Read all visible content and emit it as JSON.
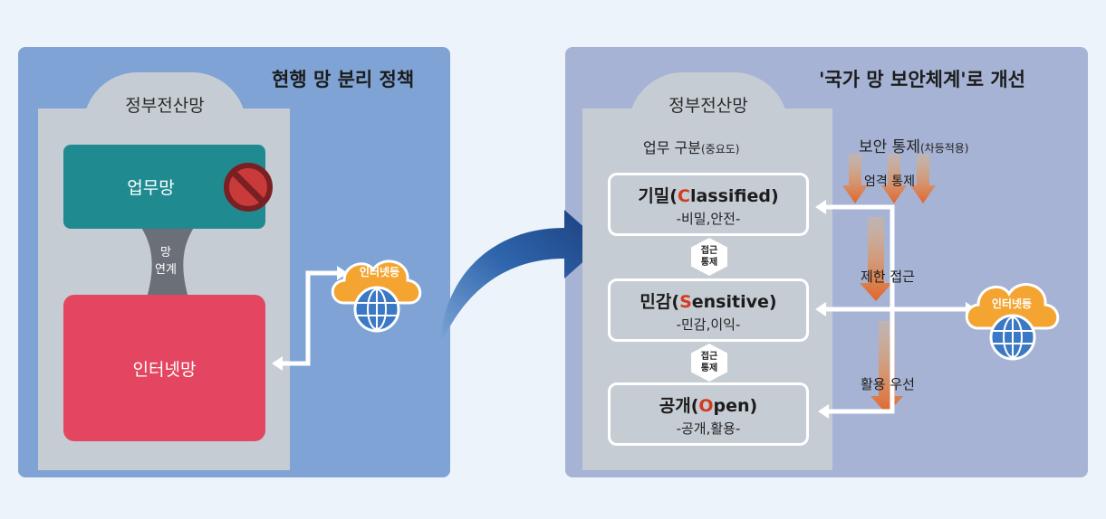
{
  "left": {
    "title": "현행 망 분리 정책",
    "gov_network": "정부전산망",
    "work_network": "업무망",
    "internet_network": "인터넷망",
    "link_label": "망\n연계",
    "cloud_label": "인터넷등",
    "icons": [
      "no-entry-icon",
      "globe-icon",
      "cloud-icon"
    ]
  },
  "right": {
    "title": "'국가 망 보안체계'로 개선",
    "gov_network": "정부전산망",
    "subtitle": "업무 구분",
    "subtitle_small": "(중요도)",
    "tiers": [
      {
        "prefix": "기밀(",
        "accent": "C",
        "rest": "lassified)",
        "desc": "-비밀,안전-"
      },
      {
        "prefix": "민감(",
        "accent": "S",
        "rest": "ensitive)",
        "desc": "-민감,이익-"
      },
      {
        "prefix": "공개(",
        "accent": "O",
        "rest": "pen)",
        "desc": "-공개,활용-"
      }
    ],
    "access_control": "접근\n통제",
    "control_title": "보안 통제",
    "control_title_small": "(차등적용)",
    "control_levels": [
      "엄격 통제",
      "제한 접근",
      "활용 우선"
    ],
    "cloud_label": "인터넷등"
  },
  "colors": {
    "left_panel": "#7fa3d5",
    "right_panel": "#a6b3d4",
    "work_net": "#1f8b91",
    "internet_net": "#e44560",
    "accent_letter": "#d43a1e",
    "cloud": "#f4a531",
    "globe": "#3b79c4"
  }
}
